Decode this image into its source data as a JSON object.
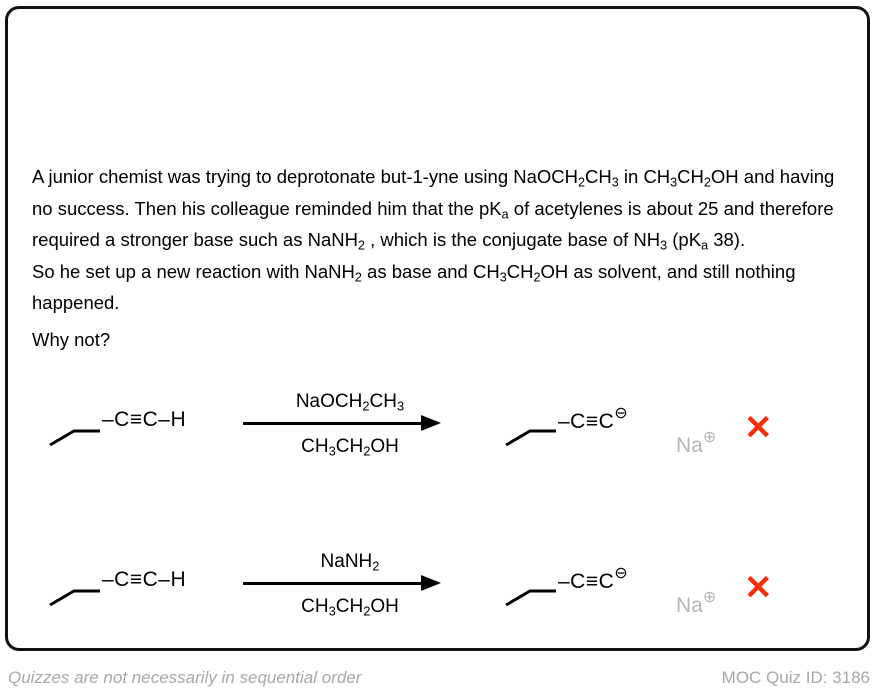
{
  "card": {
    "border_color": "#111111"
  },
  "question": {
    "line1_a": "A junior chemist was trying to deprotonate but-1-yne using NaOCH",
    "line1_sub1": "2",
    "line1_b": "CH",
    "line1_sub2": "3",
    "line1_c": " in CH",
    "line1_sub3": "3",
    "line1_d": "CH",
    "line1_sub4": "2",
    "line1_e": "OH and having no success. Then his colleague reminded him that the pK",
    "line1_sub5": "a",
    "line1_f": " of acetylenes is about 25 and therefore required a stronger base such as NaNH",
    "line1_sub6": "2",
    "line1_g": " , which is the conjugate base of NH",
    "line1_sub7": "3",
    "line1_h": " (pK",
    "line1_sub8": "a",
    "line1_i": " 38).",
    "line2_a": "So he set up a new reaction with NaNH",
    "line2_sub1": "2",
    "line2_b": " as base and CH",
    "line2_sub2": "3",
    "line2_c": "CH",
    "line2_sub3": "2",
    "line2_d": "OH as solvent, and still nothing happened.",
    "line3": "Why not?"
  },
  "schemes": [
    {
      "id": "scheme-1",
      "reactant": {
        "formula_a": "–C≡C–H"
      },
      "reagent_top_a": "NaOCH",
      "reagent_top_sub1": "2",
      "reagent_top_b": "CH",
      "reagent_top_sub2": "3",
      "reagent_bot_a": "CH",
      "reagent_bot_sub1": "3",
      "reagent_bot_b": "CH",
      "reagent_bot_sub2": "2",
      "reagent_bot_c": "OH",
      "product": {
        "formula_a": "–C≡C",
        "charge": "⊖"
      },
      "counterion": {
        "symbol": "Na",
        "charge": "⊕",
        "color": "#b6b6b6"
      },
      "result_mark": "✕",
      "result_color": "#f92d05"
    },
    {
      "id": "scheme-2",
      "reactant": {
        "formula_a": "–C≡C–H"
      },
      "reagent_top_a": "NaNH",
      "reagent_top_sub1": "2",
      "reagent_top_b": "",
      "reagent_top_sub2": "",
      "reagent_bot_a": "CH",
      "reagent_bot_sub1": "3",
      "reagent_bot_b": "CH",
      "reagent_bot_sub2": "2",
      "reagent_bot_c": "OH",
      "product": {
        "formula_a": "–C≡C",
        "charge": "⊖"
      },
      "counterion": {
        "symbol": "Na",
        "charge": "⊕",
        "color": "#b6b6b6"
      },
      "result_mark": "✕",
      "result_color": "#f92d05"
    }
  ],
  "footer": {
    "note": "Quizzes are not necessarily in sequential order",
    "quiz_id": "MOC Quiz ID: 3186"
  }
}
